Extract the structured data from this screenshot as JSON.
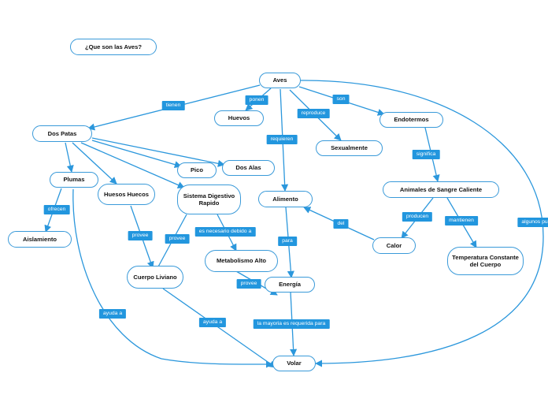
{
  "colors": {
    "accent": "#2296de",
    "line": "#2b97dc",
    "node_border": "#3a9ad9"
  },
  "nodes": {
    "question": "¿Que son las Aves?",
    "aves": "Aves",
    "dos_patas": "Dos Patas",
    "huevos": "Huevos",
    "sexualmente": "Sexualmente",
    "endotermos": "Endotermos",
    "plumas": "Plumas",
    "huesos_huecos": "Huesos Huecos",
    "sistema_digestivo": "Sistema Digestivo Rapido",
    "pico": "Pico",
    "dos_alas": "Dos Alas",
    "alimento": "Alimento",
    "animales_sangre_caliente": "Animales de Sangre Caliente",
    "aislamiento": "Aislamiento",
    "metabolismo_alto": "Metabolismo Alto",
    "cuerpo_liviano": "Cuerpo Liviano",
    "energia": "Energía",
    "calor": "Calor",
    "temperatura_constante": "Temperatura Constante del Cuerpo",
    "volar": "Volar"
  },
  "labels": {
    "tienen": "tienen",
    "ponen": "ponen",
    "son": "son",
    "reproduce": "reproduce",
    "requieren": "requieren",
    "significa": "significa",
    "ofrecen": "ofrecen",
    "provee_huesos": "provee",
    "provee_sistema": "provee",
    "es_necesario": "es necesario debido a",
    "del": "del",
    "producen": "producen",
    "mantienen": "mantienen",
    "para": "para",
    "provee_metabolismo": "provee",
    "ayuda_plumas": "ayuda a",
    "ayuda_cuerpo": "ayuda a",
    "mayoria": "la mayoria es requerida para",
    "algunos": "algunos pu"
  }
}
